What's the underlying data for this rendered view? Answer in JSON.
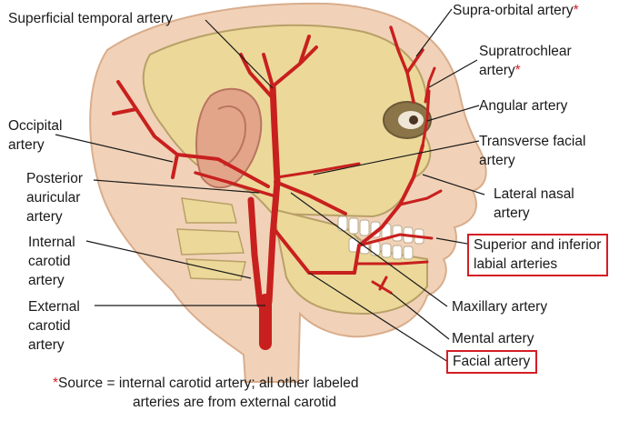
{
  "labels": {
    "superficial_temporal": "Superficial temporal artery",
    "supra_orbital": "Supra-orbital artery",
    "supra_orbital_star": "*",
    "supratrochlear_1": "Supratrochlear",
    "supratrochlear_2": "artery",
    "supratrochlear_star": "*",
    "angular": "Angular artery",
    "occipital_1": "Occipital",
    "occipital_2": "artery",
    "transverse_facial_1": "Transverse facial",
    "transverse_facial_2": "artery",
    "posterior_auricular_1": "Posterior",
    "posterior_auricular_2": "auricular",
    "posterior_auricular_3": "artery",
    "lateral_nasal_1": "Lateral nasal",
    "lateral_nasal_2": "artery",
    "internal_carotid_1": "Internal",
    "internal_carotid_2": "carotid",
    "internal_carotid_3": "artery",
    "labial_1": "Superior and inferior",
    "labial_2": "labial arteries",
    "external_carotid_1": "External",
    "external_carotid_2": "carotid",
    "external_carotid_3": "artery",
    "maxillary": "Maxillary artery",
    "mental": "Mental artery",
    "facial": "Facial artery"
  },
  "footnote": {
    "star": "*",
    "line1": "Source = internal carotid artery; all other labeled",
    "line2": "arteries are from external carotid"
  },
  "colors": {
    "artery": "#c8201e",
    "skin": "#f1d2b8",
    "bone": "#ecd99a",
    "highlight_box": "#d41d24"
  }
}
